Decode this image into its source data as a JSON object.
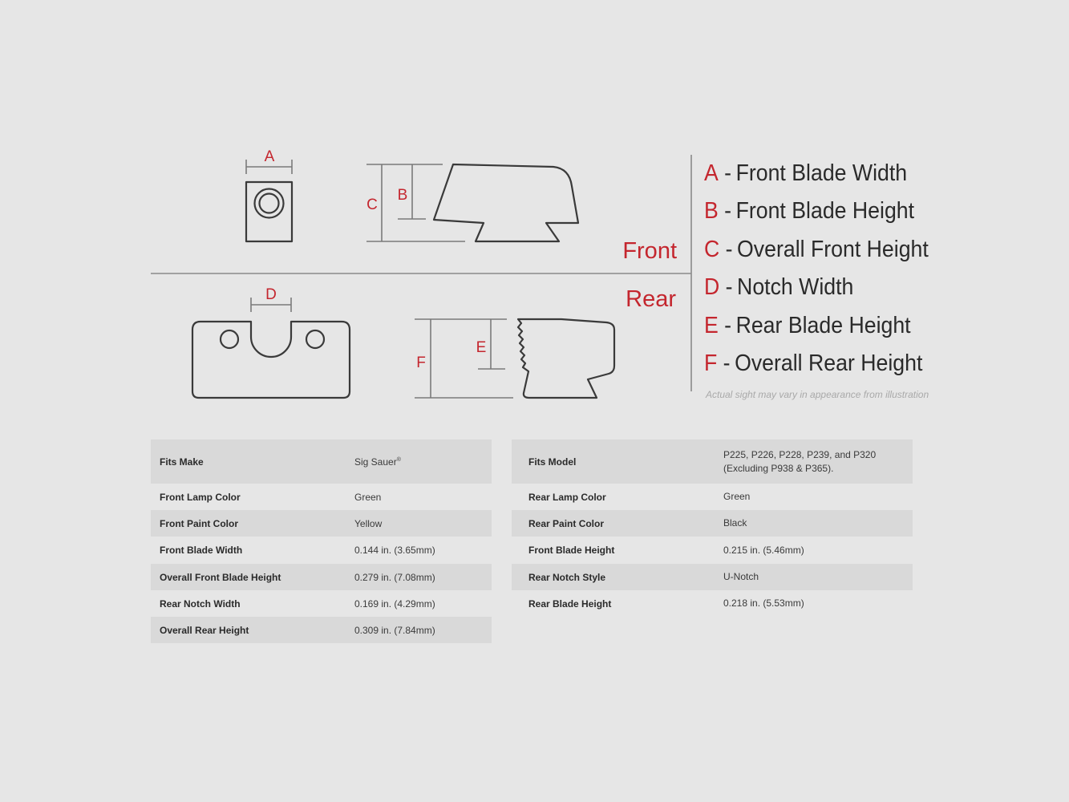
{
  "diagram": {
    "front_label": "Front",
    "rear_label": "Rear",
    "dimension_letters": [
      "A",
      "B",
      "C",
      "D",
      "E",
      "F"
    ]
  },
  "legend": {
    "items": [
      {
        "letter": "A",
        "text": "Front Blade Width"
      },
      {
        "letter": "B",
        "text": "Front Blade Height"
      },
      {
        "letter": "C",
        "text": "Overall Front Height"
      },
      {
        "letter": "D",
        "text": "Notch Width"
      },
      {
        "letter": "E",
        "text": "Rear Blade Height"
      },
      {
        "letter": "F",
        "text": "Overall Rear Height"
      }
    ],
    "note": "Actual sight may vary in appearance from illustration"
  },
  "specs_left": [
    {
      "label": "Fits Make",
      "value": "Sig Sauer",
      "sup": "®"
    },
    {
      "label": "Front Lamp Color",
      "value": "Green"
    },
    {
      "label": "Front Paint Color",
      "value": "Yellow"
    },
    {
      "label": "Front Blade Width",
      "value": "0.144 in. (3.65mm)"
    },
    {
      "label": "Overall Front Blade Height",
      "value": "0.279 in. (7.08mm)"
    },
    {
      "label": "Rear Notch Width",
      "value": "0.169 in. (4.29mm)"
    },
    {
      "label": "Overall Rear Height",
      "value": "0.309 in. (7.84mm)"
    }
  ],
  "specs_right": [
    {
      "label": "Fits Model",
      "value_line1": "P225, P226, P228, P239, and P320",
      "value_line2": "(Excluding P938 & P365)."
    },
    {
      "label": "Rear Lamp Color",
      "value": "Green"
    },
    {
      "label": "Rear Paint Color",
      "value": "Black"
    },
    {
      "label": "Front Blade Height",
      "value": "0.215 in. (5.46mm)"
    },
    {
      "label": "Rear Notch Style",
      "value": "U-Notch"
    },
    {
      "label": "Rear Blade Height",
      "value": "0.218 in. (5.53mm)"
    }
  ],
  "colors": {
    "accent_red": "#c4262e",
    "background": "#e6e6e6",
    "row_shade": "#d9d9d9",
    "outline": "#3a3a3a"
  }
}
